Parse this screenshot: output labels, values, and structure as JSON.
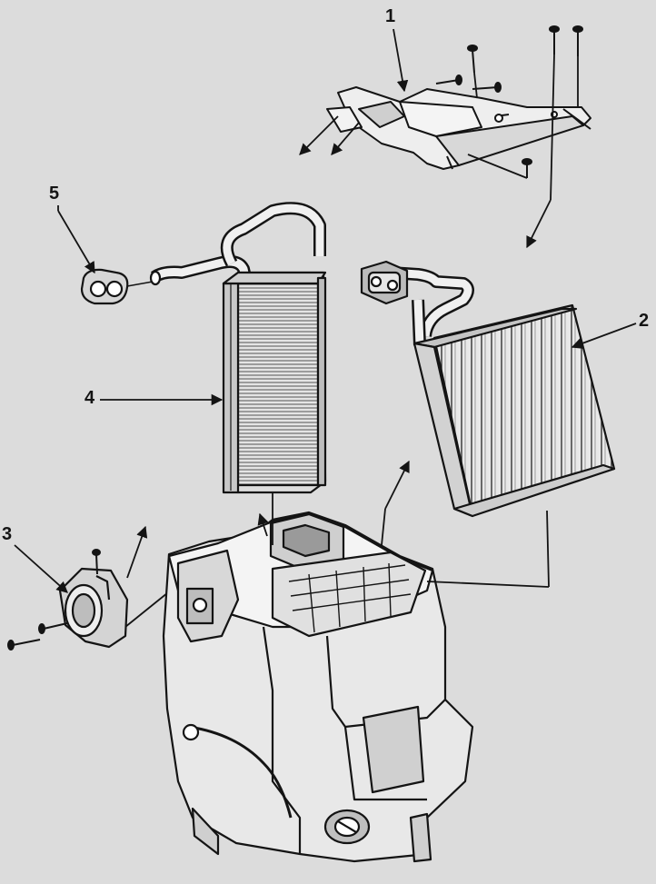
{
  "callouts": {
    "part_1": "1",
    "part_2": "2",
    "part_3": "3",
    "part_4": "4",
    "part_5": "5"
  },
  "colors": {
    "paper": "#dcdcdc",
    "ink": "#141414",
    "fill_light": "#efefef",
    "fill_mid": "#bdbdbd",
    "fill_dark": "#7a7a7a"
  }
}
